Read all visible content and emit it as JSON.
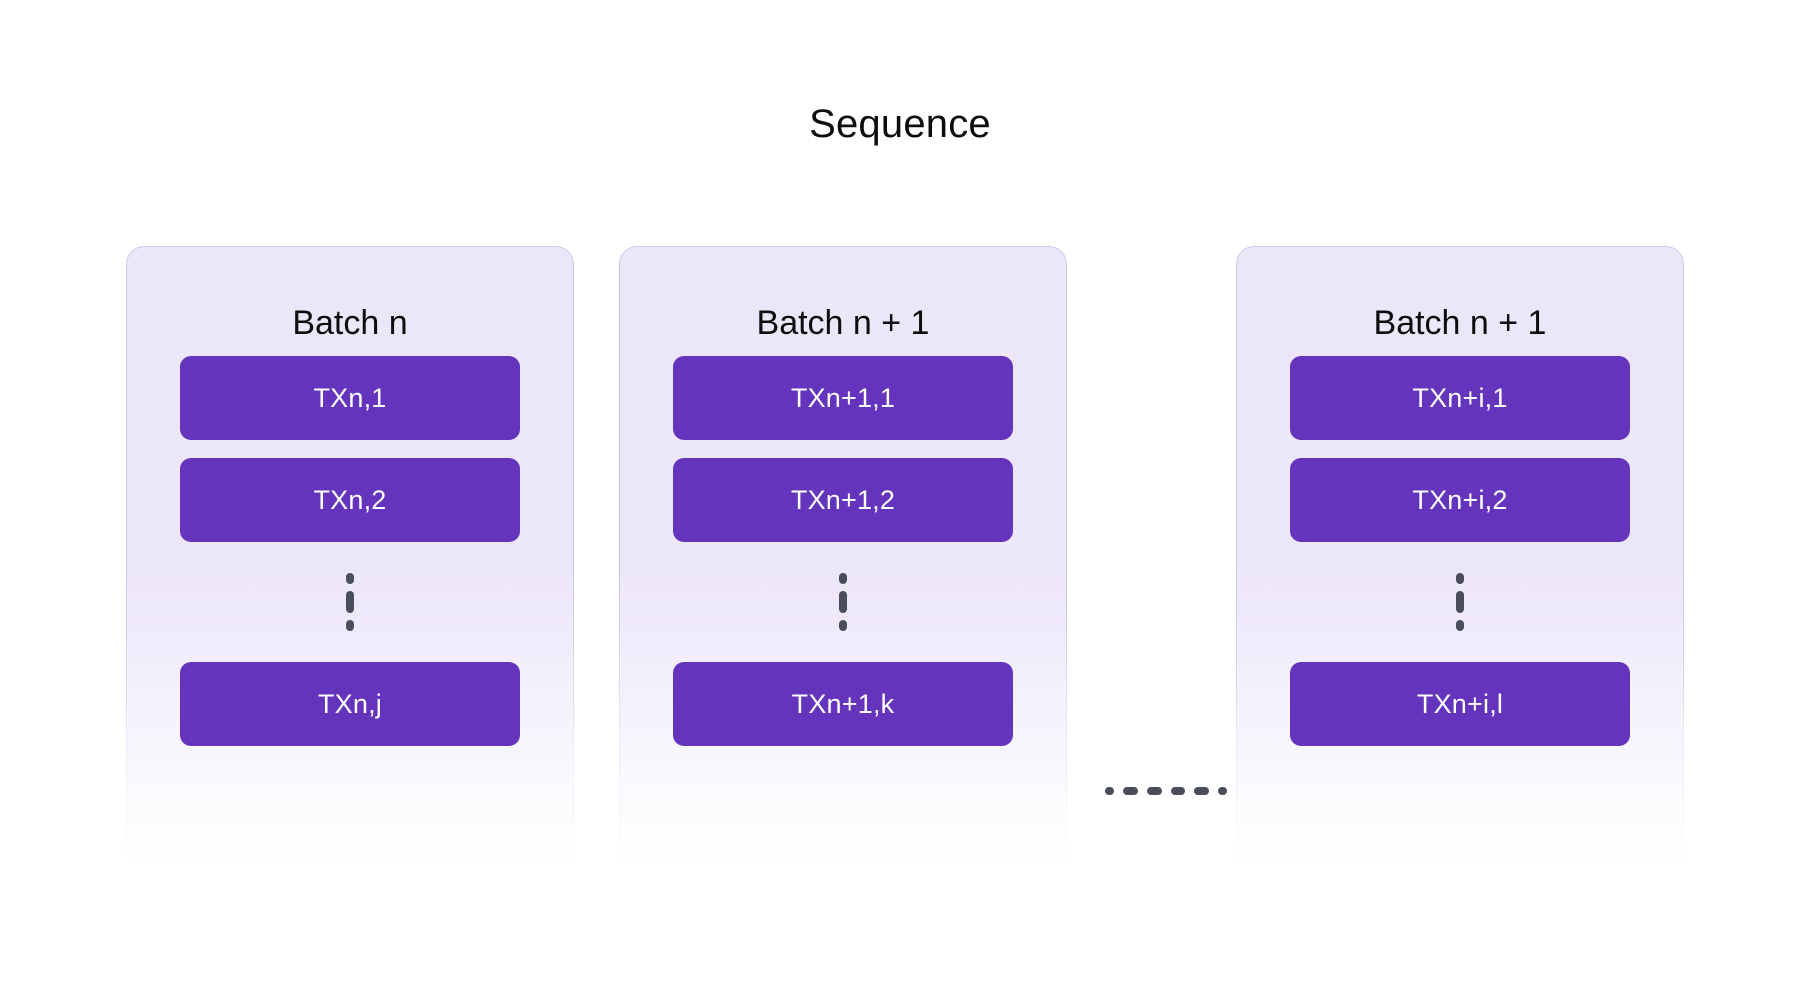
{
  "diagram": {
    "title": "Sequence",
    "colors": {
      "card_background": "#ECE6F9",
      "card_border": "#CFC6E4",
      "pill_fill": "#6434BD",
      "pill_text": "#FFFFFF",
      "title_text": "#0D0D0D",
      "dash_color": "#4A4D5C",
      "page_background": "#FFFFFF"
    },
    "batches": [
      {
        "title": "Batch n",
        "transactions": [
          "TXn,1",
          "TXn,2",
          "TXn,j"
        ],
        "has_ellipsis_before_last": true
      },
      {
        "title": "Batch n + 1",
        "transactions": [
          "TXn+1,1",
          "TXn+1,2",
          "TXn+1,k"
        ],
        "has_ellipsis_before_last": true
      },
      {
        "title": "Batch n + 1",
        "transactions": [
          "TXn+i,1",
          "TXn+i,2",
          "TXn+i,l"
        ],
        "has_ellipsis_before_last": true
      }
    ],
    "connector": {
      "name": "horizontal-dashed-continuation",
      "style": "dashed",
      "dash_count": 6
    }
  }
}
